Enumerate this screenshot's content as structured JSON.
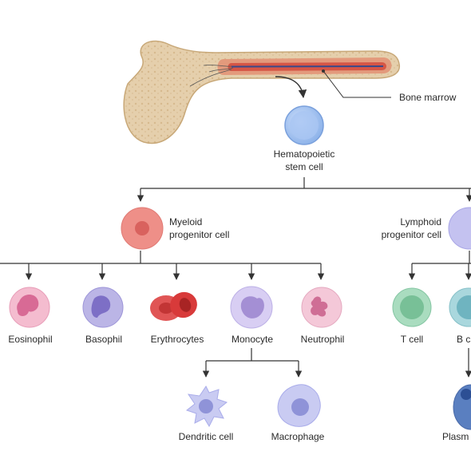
{
  "labels": {
    "bone_marrow": "Bone marrow",
    "stem_cell": [
      "Hematopoietic",
      "stem cell"
    ],
    "myeloid": [
      "Myeloid",
      "progenitor cell"
    ],
    "lymphoid": [
      "Lymphoid",
      "progenitor cell"
    ],
    "eosinophil": "Eosinophil",
    "basophil": "Basophil",
    "erythrocytes": "Erythrocytes",
    "monocyte": "Monocyte",
    "neutrophil": "Neutrophil",
    "t_cell": "T cell",
    "b_cell": "B c",
    "dendritic": "Dendritic cell",
    "macrophage": "Macrophage",
    "plasma": "Plasm"
  },
  "colors": {
    "bone": "#ead6b8",
    "marrow": "#d9604f",
    "stem": "#9cc0ee",
    "myeloid": "#ee8f88",
    "lymphoid": "#c4c2f0",
    "eosinophil": "#f2b6cc",
    "basophil": "#b8b2e4",
    "erythrocyte": "#d83c3c",
    "monocyte": "#d4caf2",
    "neutrophil": "#f3c6d6",
    "t_cell": "#a8dcbf",
    "b_cell": "#a8d6dc",
    "dendritic": "#c9cbf2",
    "macrophage": "#c9cbf2",
    "plasma": "#5a7fc0",
    "line": "#333333"
  }
}
